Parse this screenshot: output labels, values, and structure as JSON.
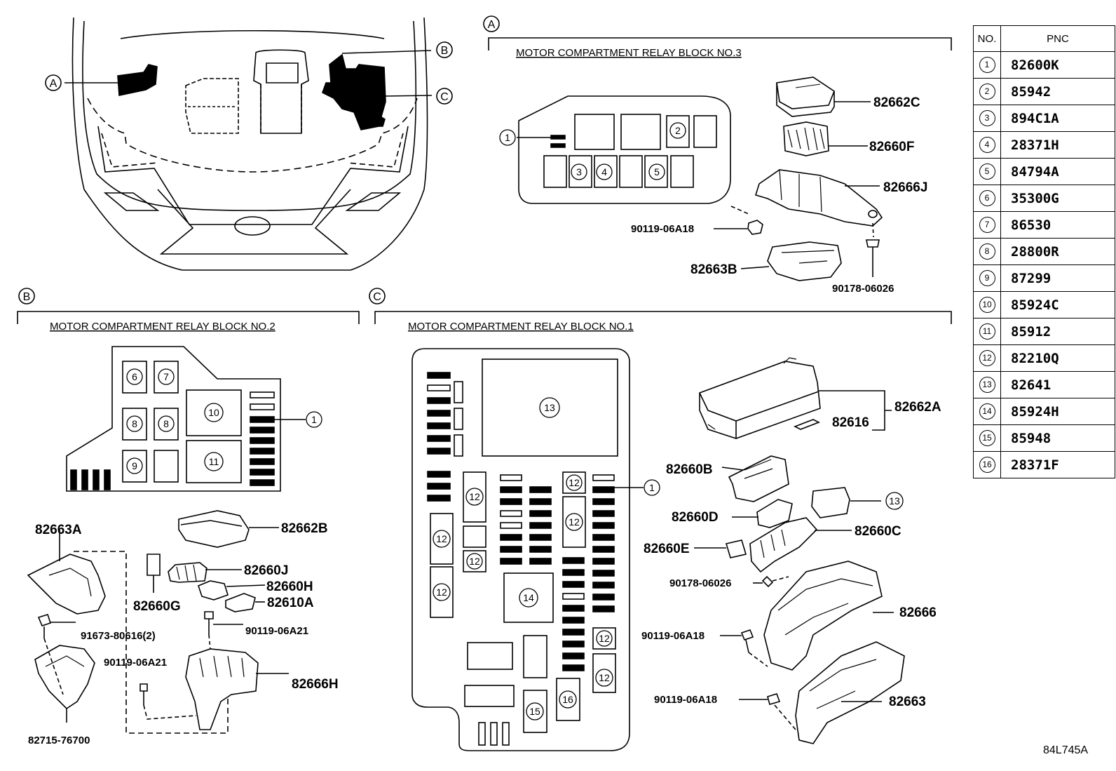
{
  "callouts": {
    "a": "A",
    "b": "B",
    "c": "C"
  },
  "sections": {
    "a": {
      "title": "MOTOR COMPARTMENT RELAY BLOCK NO.3",
      "grid_numbers": [
        "1",
        "2",
        "3",
        "4",
        "5"
      ],
      "parts": [
        "82662C",
        "82660F",
        "82666J",
        "90119-06A18",
        "82663B",
        "90178-06026"
      ]
    },
    "b": {
      "title": "MOTOR COMPARTMENT RELAY BLOCK NO.2",
      "grid_numbers": [
        "6",
        "7",
        "8",
        "8",
        "9",
        "10",
        "11",
        "1"
      ],
      "parts": [
        "82663A",
        "82662B",
        "82660J",
        "82660H",
        "82610A",
        "82660G",
        "91673-80616(2)",
        "90119-06A21",
        "90119-06A21",
        "82666H",
        "82715-76700"
      ]
    },
    "c": {
      "title": "MOTOR COMPARTMENT RELAY BLOCK NO.1",
      "grid_numbers": [
        "13",
        "12",
        "12",
        "12",
        "12",
        "12",
        "12",
        "12",
        "14",
        "15",
        "16",
        "1",
        "13"
      ],
      "parts": [
        "82662A",
        "82616",
        "82660B",
        "82660D",
        "82660C",
        "82660E",
        "90178-06026",
        "82666",
        "90119-06A18",
        "90119-06A18",
        "82663"
      ]
    }
  },
  "table": {
    "headers": [
      "NO.",
      "PNC"
    ],
    "rows": [
      {
        "no": "1",
        "pnc": "82600K"
      },
      {
        "no": "2",
        "pnc": "85942"
      },
      {
        "no": "3",
        "pnc": "894C1A"
      },
      {
        "no": "4",
        "pnc": "28371H"
      },
      {
        "no": "5",
        "pnc": "84794A"
      },
      {
        "no": "6",
        "pnc": "35300G"
      },
      {
        "no": "7",
        "pnc": "86530"
      },
      {
        "no": "8",
        "pnc": "28800R"
      },
      {
        "no": "9",
        "pnc": "87299"
      },
      {
        "no": "10",
        "pnc": "85924C"
      },
      {
        "no": "11",
        "pnc": "85912"
      },
      {
        "no": "12",
        "pnc": "82210Q"
      },
      {
        "no": "13",
        "pnc": "82641"
      },
      {
        "no": "14",
        "pnc": "85924H"
      },
      {
        "no": "15",
        "pnc": "85948"
      },
      {
        "no": "16",
        "pnc": "28371F"
      }
    ]
  },
  "catalog_code": "84L745A"
}
